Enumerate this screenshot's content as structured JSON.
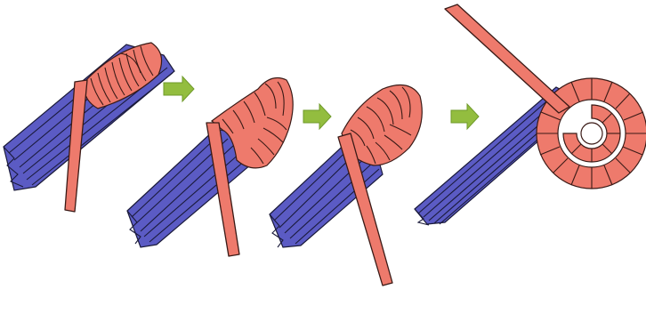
{
  "figure": {
    "steps": [
      {
        "step": 1,
        "shape": "wrapped-bundle"
      },
      {
        "step": 2,
        "shape": "bent-over"
      },
      {
        "step": 3,
        "shape": "curled"
      },
      {
        "step": 4,
        "shape": "spiral-coil"
      }
    ],
    "arrows": [
      "arrow-1",
      "arrow-2",
      "arrow-3"
    ],
    "colors": {
      "bundle": "#5b5bc4",
      "bundle_outline": "#1a1a3a",
      "strip": "#ee7a6c",
      "strip_outline": "#3a1a16",
      "arrow": "#93bd3f"
    },
    "caption": ""
  }
}
